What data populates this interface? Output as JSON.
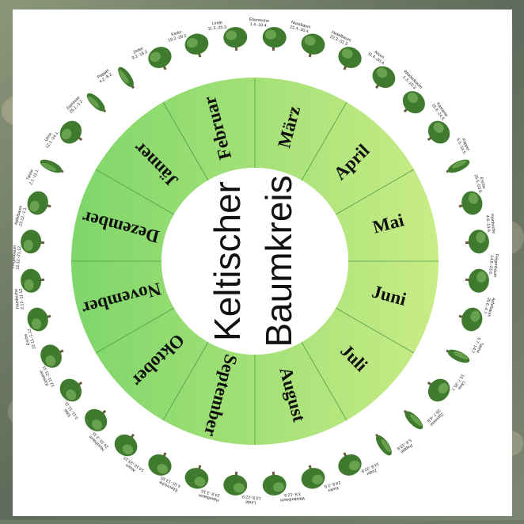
{
  "title": {
    "line1": "Keltischer",
    "line2": "Baumkreis"
  },
  "months": [
    "März",
    "April",
    "Mai",
    "Juni",
    "Juli",
    "August",
    "September",
    "Oktober",
    "November",
    "Dezember",
    "Jänner",
    "Februar"
  ],
  "trees": [
    {
      "name": "Linde",
      "dates": "11.3.-20.3."
    },
    {
      "name": "Eberesche",
      "dates": "1.4.-10.4."
    },
    {
      "name": "Nussbaum",
      "dates": "21.4.-30.4."
    },
    {
      "name": "Haselbaum",
      "dates": "22.3.-31.3."
    },
    {
      "name": "Ahorn",
      "dates": "11.4.-20.4."
    },
    {
      "name": "Weidenbaum",
      "dates": "1.3.-10.3."
    },
    {
      "name": "Kastanie",
      "dates": "15.5.-24.5."
    },
    {
      "name": "Pappel",
      "dates": "5.5.-14.5."
    },
    {
      "name": "Esche",
      "dates": "25.5.-03.6."
    },
    {
      "name": "Hainbuche",
      "dates": "4.6.-13.6."
    },
    {
      "name": "Feigenbaum",
      "dates": "14.6.-23.6."
    },
    {
      "name": "Apfelbaum",
      "dates": "25.6.-4.7."
    },
    {
      "name": "Tanne",
      "dates": "5.7.-14.7."
    },
    {
      "name": "Ulme",
      "dates": "15.7.-25.7."
    },
    {
      "name": "Zypresse",
      "dates": "26.7.-4.8."
    },
    {
      "name": "Pappel",
      "dates": "5.8.-13.8."
    },
    {
      "name": "Zeder",
      "dates": "14.8.-23.8."
    },
    {
      "name": "Kiefer",
      "dates": "24.8.-2.9."
    },
    {
      "name": "Weidenbaum",
      "dates": "3.9.-12.9."
    },
    {
      "name": "Linde",
      "dates": "13.9.-22.9."
    },
    {
      "name": "Haselbaum",
      "dates": "24.9.-3.10."
    },
    {
      "name": "Eberesche",
      "dates": "4.10.-13.10."
    },
    {
      "name": "Ahorn",
      "dates": "14.10.-23.10."
    },
    {
      "name": "Nussbaum",
      "dates": "24.10.-2.11."
    },
    {
      "name": "Eibe",
      "dates": "3.11.-11.11."
    },
    {
      "name": "Kastanie",
      "dates": "12.11.-21.11."
    },
    {
      "name": "Esche",
      "dates": "22.11.-1.12."
    },
    {
      "name": "Hainbuche",
      "dates": "2.12.-11.12."
    },
    {
      "name": "Feigenbaum",
      "dates": "12.12.-21.12."
    },
    {
      "name": "Apfelbaum",
      "dates": "23.12.-1.1."
    },
    {
      "name": "Tanne",
      "dates": "2.1.-11.1."
    },
    {
      "name": "Ulme",
      "dates": "12.1.-24.1."
    },
    {
      "name": "Zypresse",
      "dates": "25.1.-3.2."
    },
    {
      "name": "Pappel",
      "dates": "4.2.-8.2."
    },
    {
      "name": "Zeder",
      "dates": "9.2.-18.2."
    },
    {
      "name": "Kiefer",
      "dates": "19.2.-28.2."
    }
  ],
  "colors": {
    "ring_dark": "#7fd66a",
    "ring_light": "#c9ec86",
    "divider": "#4e9b4a",
    "poster": "#ffffff",
    "tree_dark": "#3f7a2e",
    "tree_light": "#8cc36a"
  }
}
